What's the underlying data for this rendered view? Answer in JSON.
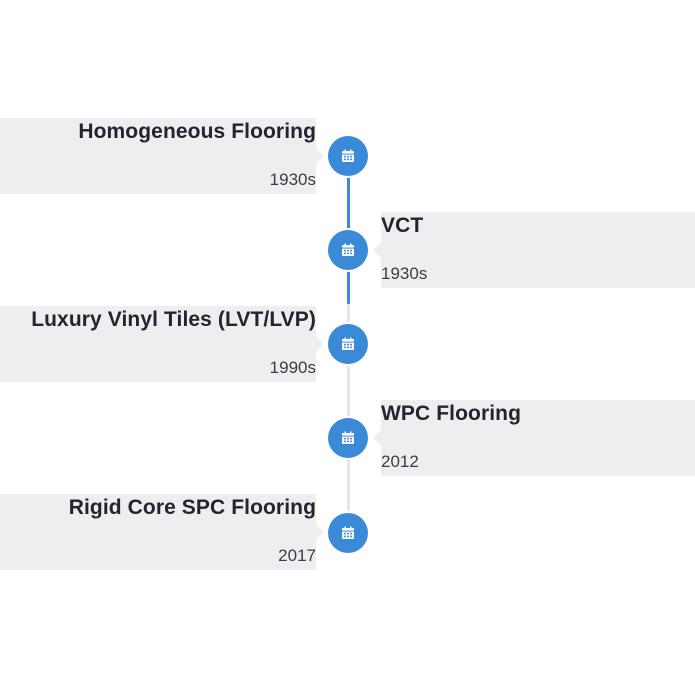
{
  "timeline": {
    "icon": "calendar-icon",
    "accent_color": "#3b8ad8",
    "track_color": "#e6e6ea",
    "card_color": "#eeeef0",
    "events": [
      {
        "title": "Homogeneous Flooring",
        "date": "1930s",
        "side": "left"
      },
      {
        "title": "VCT",
        "date": "1930s",
        "side": "right"
      },
      {
        "title": "Luxury Vinyl Tiles (LVT/LVP)",
        "date": "1990s",
        "side": "left"
      },
      {
        "title": "WPC Flooring",
        "date": "2012",
        "side": "right"
      },
      {
        "title": "Rigid Core SPC Flooring",
        "date": "2017",
        "side": "left"
      }
    ]
  }
}
